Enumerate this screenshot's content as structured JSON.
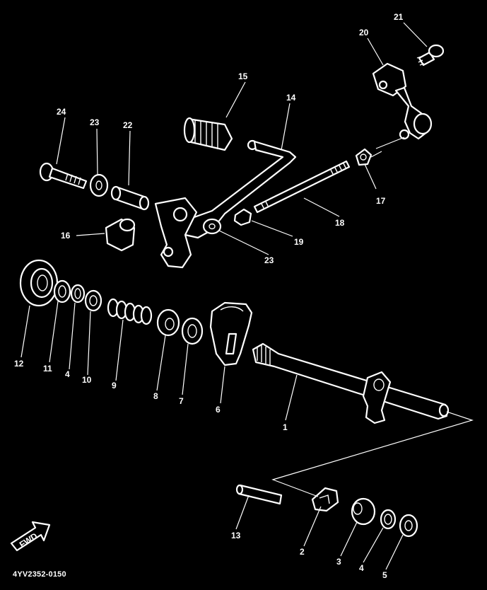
{
  "labels": {
    "p1": "1",
    "p2": "2",
    "p3": "3",
    "p4a": "4",
    "p4b": "4",
    "p5": "5",
    "p6": "6",
    "p7": "7",
    "p8": "8",
    "p9": "9",
    "p10": "10",
    "p11": "11",
    "p12": "12",
    "p13": "13",
    "p14": "14",
    "p15": "15",
    "p16": "16",
    "p17": "17",
    "p18": "18",
    "p19": "19",
    "p20": "20",
    "p21": "21",
    "p22": "22",
    "p23a": "23",
    "p23b": "23",
    "p24": "24"
  },
  "fwd_label": "FWD",
  "diagram_code": "4YV2352-0150"
}
